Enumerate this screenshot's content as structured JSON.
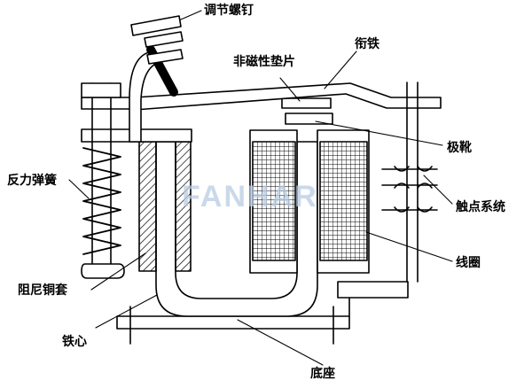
{
  "labels": {
    "adjust_screw": "调节螺钉",
    "armature": "衔铁",
    "nonmag_shim": "非磁性垫片",
    "pole_shoe": "极靴",
    "contacts": "触点系统",
    "coil": "线圈",
    "reaction_spring": "反力弹簧",
    "damping_sleeve": "阻尼铜套",
    "iron_core": "铁心",
    "base": "底座"
  },
  "watermark": "FANHAR"
}
